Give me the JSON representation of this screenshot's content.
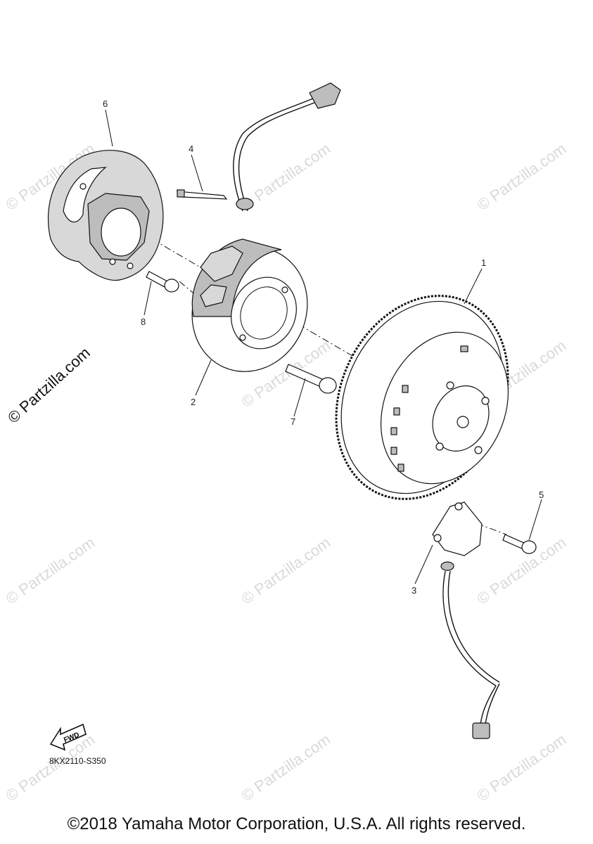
{
  "watermark": "© Partzilla.com",
  "side_watermark": "© Partzilla.com",
  "callouts": {
    "c1": "1",
    "c2": "2",
    "c3": "3",
    "c4": "4",
    "c5": "5",
    "c6": "6",
    "c7": "7",
    "c8": "8"
  },
  "fwd_label": "FWD",
  "diagram_code": "8KX2110-S350",
  "footer": "©2018 Yamaha Motor Corporation, U.S.A. All rights reserved."
}
